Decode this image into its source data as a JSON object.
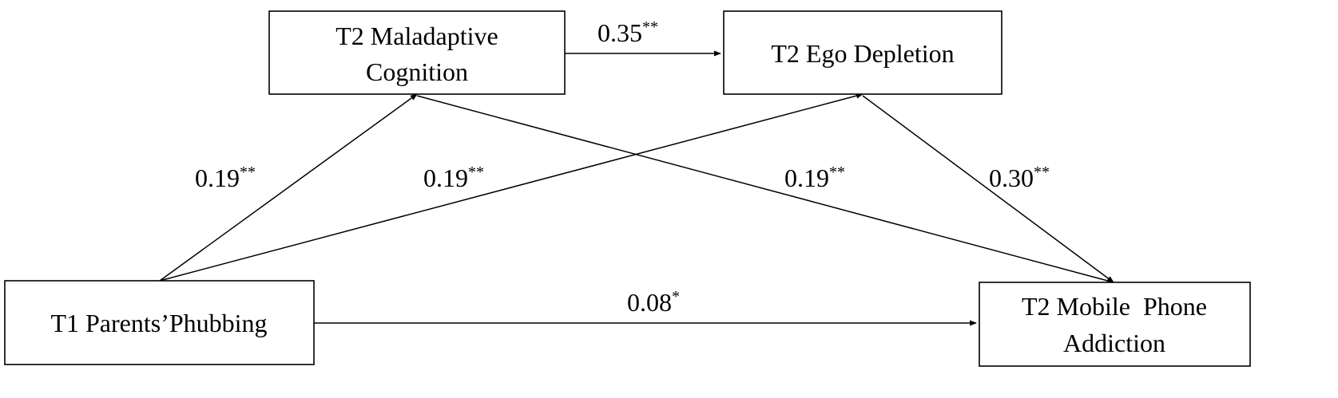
{
  "nodes": {
    "maladaptive": {
      "line1": "T2 Maladaptive",
      "line2": "Cognition"
    },
    "ego": {
      "line1": "T2 Ego Depletion"
    },
    "parents": {
      "line1": "T1 Parents’Phubbing"
    },
    "addiction": {
      "line1": "T2 Mobile  Phone",
      "line2": "Addiction"
    }
  },
  "paths": {
    "maladaptive_to_ego": {
      "value": "0.35",
      "sig": "**"
    },
    "parents_to_maladaptive": {
      "value": "0.19",
      "sig": "**"
    },
    "parents_to_ego": {
      "value": "0.19",
      "sig": "**"
    },
    "maladaptive_to_addiction": {
      "value": "0.19",
      "sig": "**"
    },
    "ego_to_addiction": {
      "value": "0.30",
      "sig": "**"
    },
    "parents_to_addiction": {
      "value": "0.08",
      "sig": "*"
    }
  }
}
